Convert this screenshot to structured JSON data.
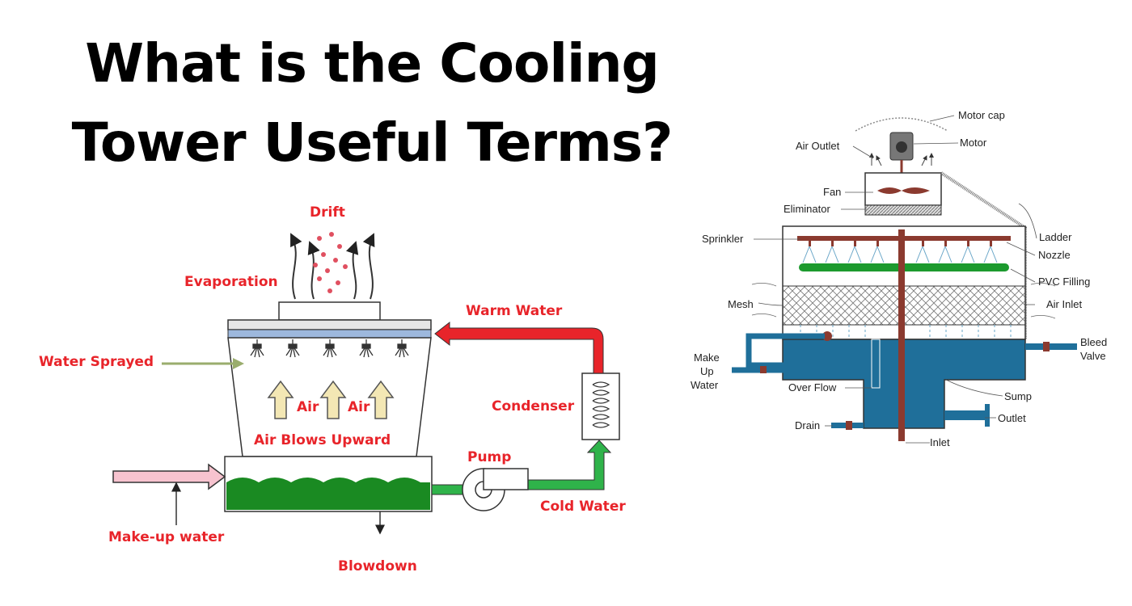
{
  "title": {
    "line1": "What is the Cooling",
    "line2": "Tower Useful Terms?"
  },
  "left_diagram": {
    "drift": "Drift",
    "evaporation": "Evaporation",
    "warm_water": "Warm Water",
    "water_sprayed": "Water Sprayed",
    "air1": "Air",
    "air2": "Air",
    "air_blows_upward": "Air Blows Upward",
    "condenser": "Condenser",
    "pump": "Pump",
    "cold_water": "Cold Water",
    "makeup_water": "Make-up water",
    "blowdown": "Blowdown",
    "colors": {
      "label": "#e8242a",
      "warm_pipe": "#e8242a",
      "cold_pipe": "#2fb34a",
      "basin_water": "#1a8a22",
      "air_arrow": "#f3e7b4",
      "makeup_arrow": "#f7c3cf"
    }
  },
  "right_diagram": {
    "motor_cap": "Motor cap",
    "motor": "Motor",
    "air_outlet": "Air Outlet",
    "fan": "Fan",
    "eliminator": "Eliminator",
    "ladder": "Ladder",
    "sprinkler": "Sprinkler",
    "nozzle": "Nozzle",
    "pvc_filling": "PVC Filling",
    "mesh": "Mesh",
    "air_inlet": "Air Inlet",
    "make": "Make",
    "up": "Up",
    "water": "Water",
    "bleed": "Bleed",
    "valve": "Valve",
    "over_flow": "Over Flow",
    "sump": "Sump",
    "drain": "Drain",
    "outlet": "Outlet",
    "inlet": "Inlet",
    "colors": {
      "water": "#1f6f9a",
      "pipe": "#8b3a2f",
      "filling": "#1c9a2e"
    }
  }
}
